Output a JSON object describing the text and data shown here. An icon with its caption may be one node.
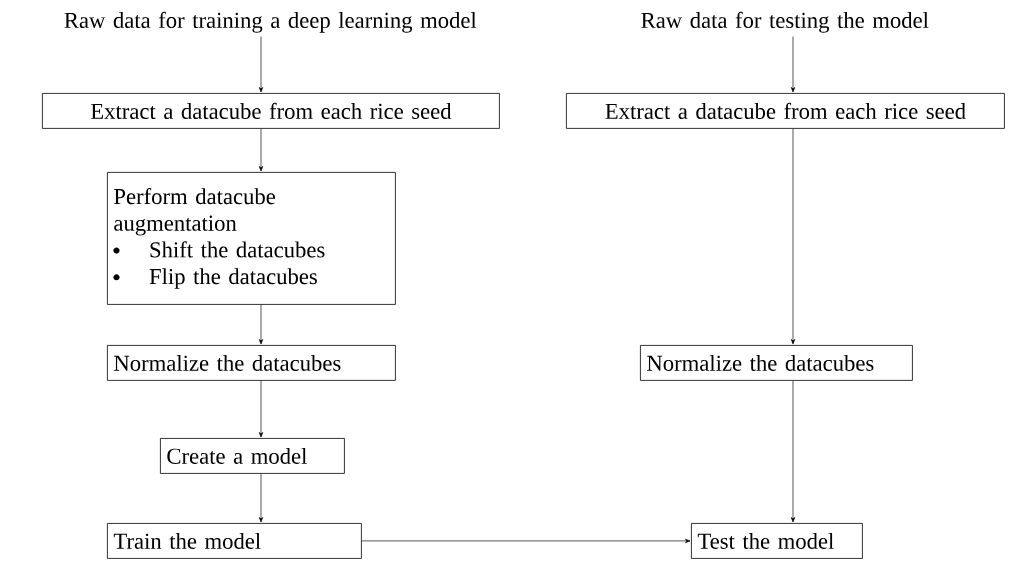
{
  "diagram": {
    "nodes": [
      {
        "text": [
          "Raw data for training a deep learning model"
        ]
      },
      {
        "text": [
          "Raw data for testing the model"
        ]
      },
      {
        "text": [
          "Extract a datacube from each rice seed"
        ]
      },
      {
        "text": [
          "Extract a datacube from each rice seed"
        ]
      },
      {
        "text": [
          "Perform datacube augmentation",
          "Shift the datacubes",
          "Flip the datacubes"
        ]
      },
      {
        "text": [
          "Normalize the datacubes"
        ]
      },
      {
        "text": [
          "Normalize the datacubes"
        ]
      },
      {
        "text": [
          "Create a model"
        ]
      },
      {
        "text": [
          "Train the model"
        ]
      },
      {
        "text": [
          "Test the model"
        ]
      }
    ],
    "edges": [
      {
        "from": 0,
        "to": 2,
        "arrow": "to"
      },
      {
        "from": 2,
        "to": 4,
        "arrow": "to"
      },
      {
        "from": 4,
        "to": 5,
        "arrow": "to"
      },
      {
        "from": 5,
        "to": 7,
        "arrow": "to"
      },
      {
        "from": 7,
        "to": 8,
        "arrow": "to"
      },
      {
        "from": 1,
        "to": 3,
        "arrow": "to"
      },
      {
        "from": 3,
        "to": 6,
        "arrow": "to"
      },
      {
        "from": 6,
        "to": 9,
        "arrow": "to"
      },
      {
        "from": 8,
        "to": 9,
        "arrow": "to"
      }
    ]
  }
}
